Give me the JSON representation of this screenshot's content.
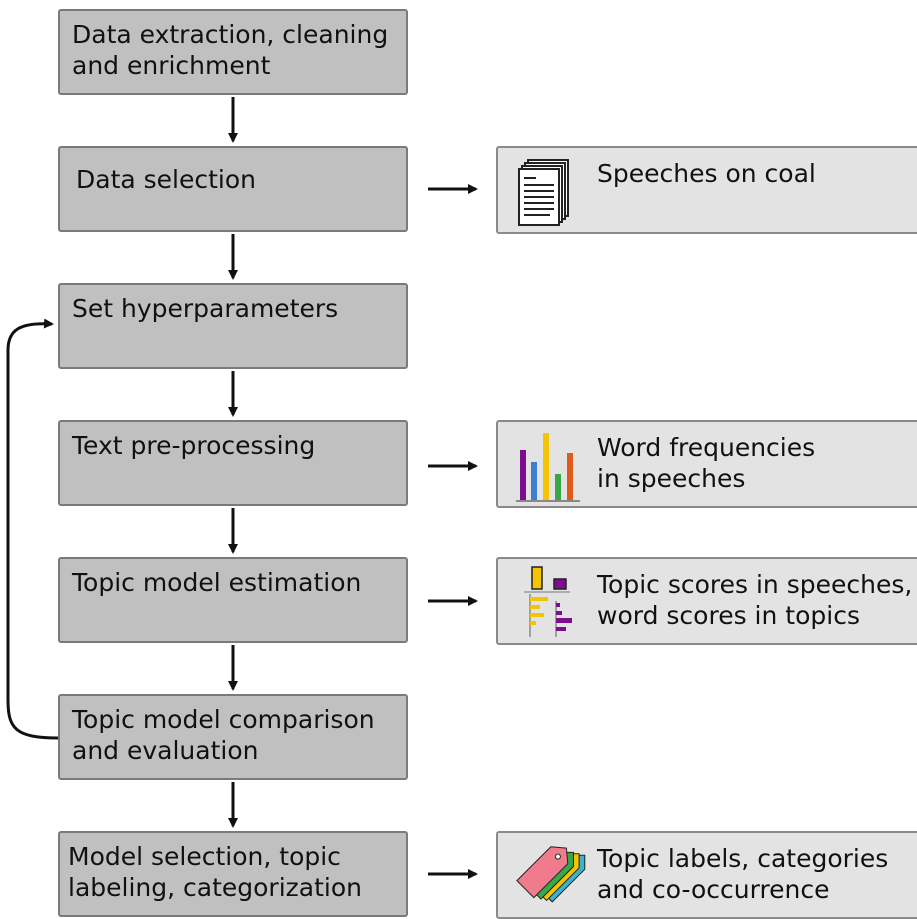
{
  "steps": [
    "Data extraction, cleaning\nand enrichment",
    "Data selection",
    "Set hyperparameters",
    "Text pre-processing",
    "Topic model estimation",
    "Topic model comparison\nand evaluation",
    "Model selection, topic\nlabeling, categorization"
  ],
  "outputs": [
    {
      "label": "Speeches on coal",
      "icon": "documents-icon"
    },
    {
      "label": "Word frequencies\nin speeches",
      "icon": "bar-chart-icon"
    },
    {
      "label": "Topic scores in speeches,\nword scores in topics",
      "icon": "score-bars-icon"
    },
    {
      "label": "Topic labels, categories\nand co-occurrence",
      "icon": "tags-icon"
    }
  ],
  "colors": {
    "step_fill": "#c0c0c0",
    "output_fill": "#e3e3e3",
    "purple": "#7b0d8e",
    "blue": "#3f7fd1",
    "yellow": "#f5c400",
    "green": "#3aa64a",
    "orange": "#e05a1a",
    "pink": "#f07b8c",
    "teal": "#3bb3c9"
  }
}
